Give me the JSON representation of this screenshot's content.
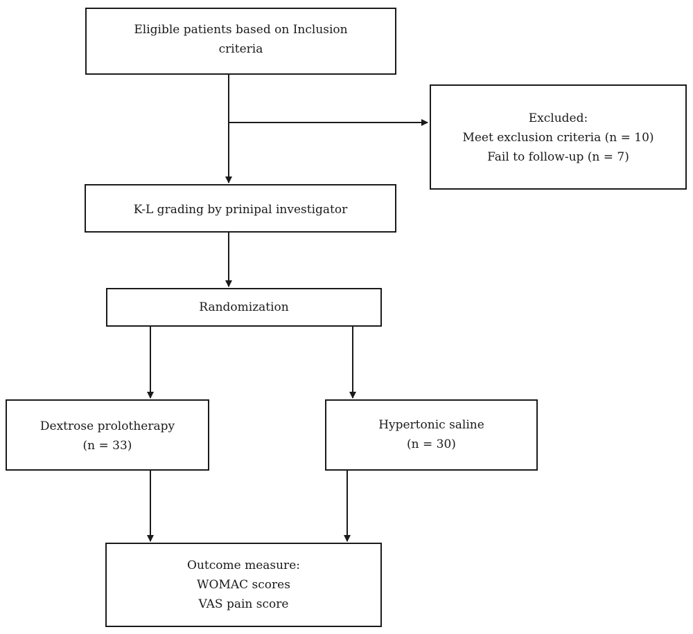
{
  "flowchart": {
    "eligible": {
      "lines": [
        "Eligible patients based on Inclusion",
        "criteria"
      ]
    },
    "excluded": {
      "lines": [
        "Excluded:",
        "Meet exclusion criteria (n = 10)",
        "Fail to follow-up (n = 7)"
      ]
    },
    "kl_grading": {
      "lines": [
        "K-L grading by prinipal investigator"
      ]
    },
    "randomization": {
      "lines": [
        "Randomization"
      ]
    },
    "dextrose": {
      "lines": [
        "Dextrose prolotherapy",
        "(n = 33)"
      ]
    },
    "saline": {
      "lines": [
        "Hypertonic saline",
        "(n = 30)"
      ]
    },
    "outcome": {
      "lines": [
        "Outcome measure:",
        "WOMAC scores",
        "VAS pain score"
      ]
    }
  }
}
